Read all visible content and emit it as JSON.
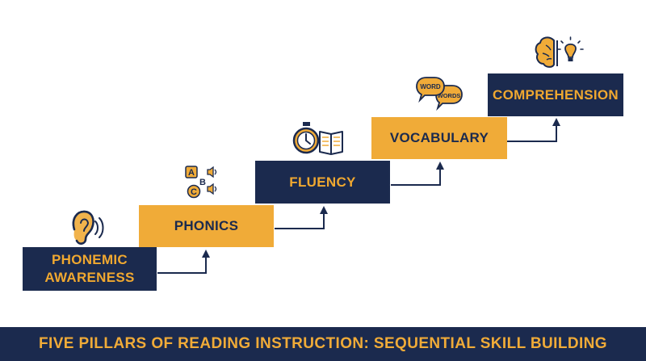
{
  "steps": [
    {
      "line1": "PHONEMIC",
      "line2": "AWARENESS",
      "icon": "ear-sound-icon"
    },
    {
      "label": "PHONICS",
      "icon": "abc-sound-icon"
    },
    {
      "label": "FLUENCY",
      "icon": "stopwatch-book-icon"
    },
    {
      "label": "VOCABULARY",
      "icon": "word-bubbles-icon"
    },
    {
      "label": "COMPREHENSION",
      "icon": "brain-lightbulb-icon"
    }
  ],
  "icon_text": {
    "letter_a": "A",
    "letter_b": "B",
    "letter_c": "C",
    "bubble1": "WORD",
    "bubble2": "WORDS"
  },
  "footer": {
    "title": "FIVE PILLARS OF READING INSTRUCTION: SEQUENTIAL SKILL BUILDING"
  },
  "colors": {
    "navy": "#1b2a4e",
    "gold": "#f0ab38"
  }
}
